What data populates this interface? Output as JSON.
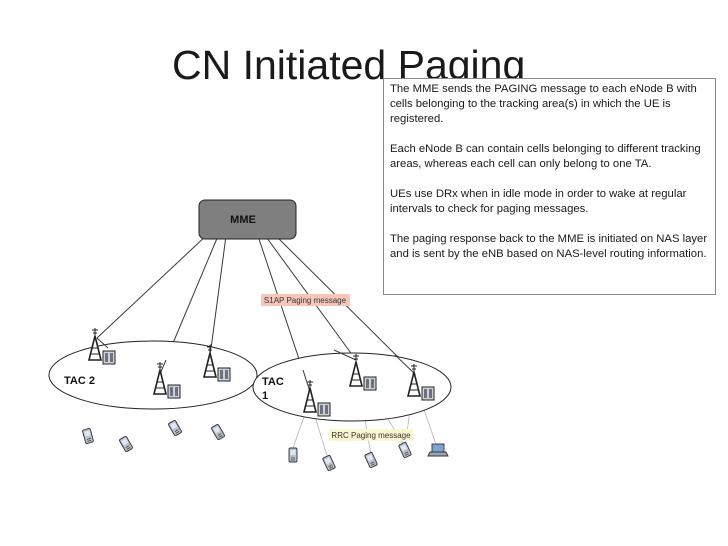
{
  "title": "CN Initiated Paging",
  "note": [
    "The MME sends the PAGING message to each eNode B with cells belonging to the tracking area(s) in which the UE is registered.",
    "Each eNode B can contain cells belonging to different tracking areas, whereas each cell can only belong to one TA.",
    "UEs use DRx when in idle mode in order to wake at regular intervals to check for paging messages.",
    "The paging response back to the MME is initiated on NAS layer and is sent by the eNB based on NAS-level routing information."
  ],
  "mme": {
    "label": "MME"
  },
  "tac2": {
    "label": "TAC 2"
  },
  "tac1": {
    "line1": "TAC",
    "line2": "1"
  },
  "s1ap": {
    "label": "S1AP Paging message"
  },
  "rrc": {
    "label": "RRC Paging message"
  },
  "colors": {
    "mme_fill": "#7f7f7f",
    "s1ap_fill": "#f7c6b8",
    "rrc_fill": "#fbf6cf",
    "line": "#3a3a3a"
  },
  "icons": {
    "enodeb": "enodeb-tower-icon",
    "phone": "mobile-phone-icon",
    "laptop": "laptop-icon"
  }
}
